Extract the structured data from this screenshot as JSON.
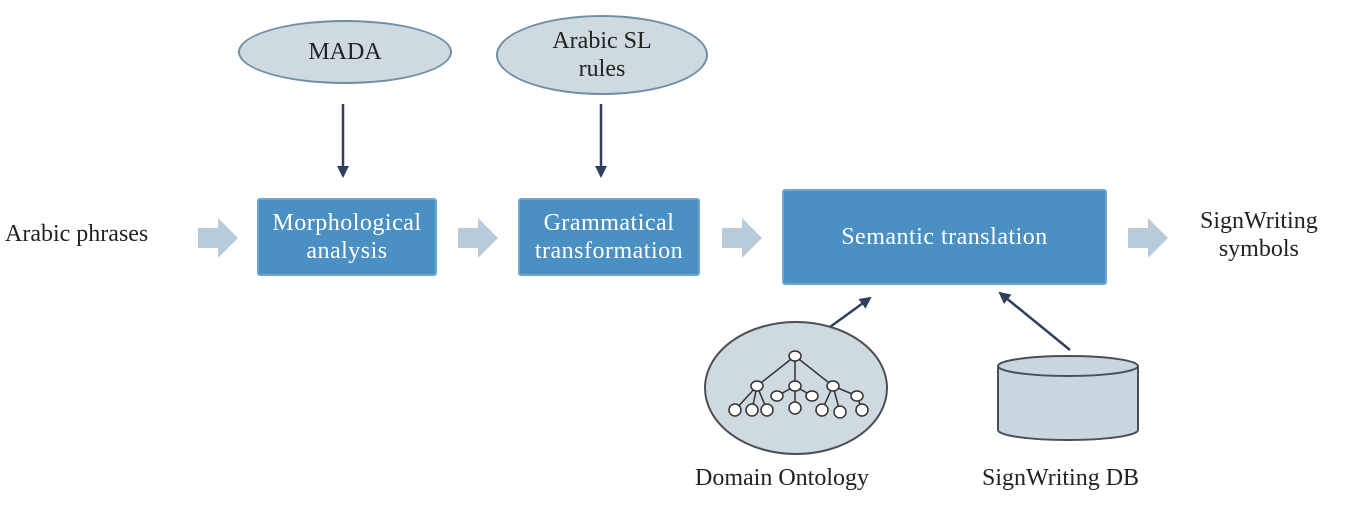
{
  "input_label": "Arabic phrases",
  "output_label": "SignWriting\nsymbols",
  "resources": {
    "mada": "MADA",
    "arabic_sl_rules": "Arabic SL\nrules",
    "domain_ontology": "Domain Ontology",
    "signwriting_db": "SignWriting DB"
  },
  "steps": {
    "morphological": "Morphological\nanalysis",
    "grammatical": "Grammatical\ntransformation",
    "semantic": "Semantic translation"
  },
  "colors": {
    "process_box": "#4a90c2",
    "resource_fill": "#cfd9e0",
    "resource_stroke": "#6f8fa6",
    "flow_arrow": "#b7cbdb",
    "link_arrow": "#2f3f5c"
  }
}
